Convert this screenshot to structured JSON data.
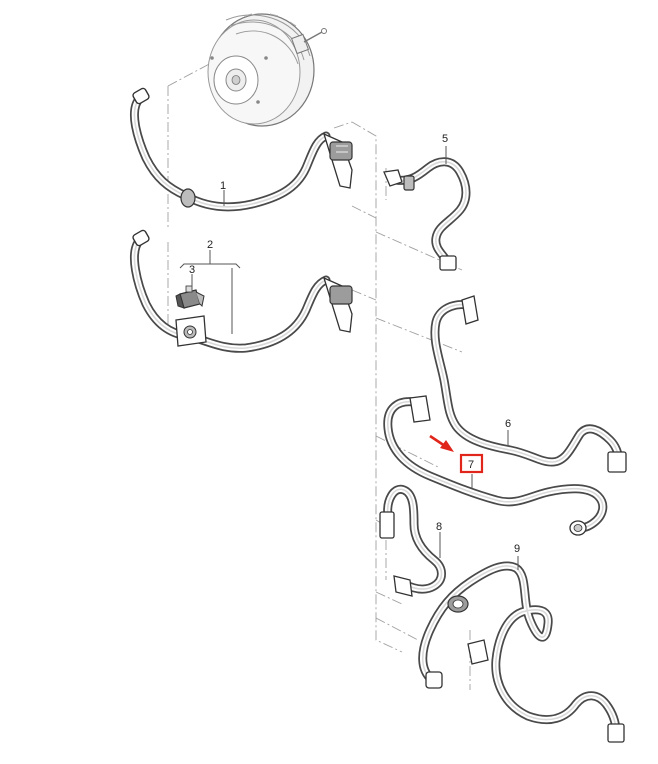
{
  "diagram": {
    "parts": [
      {
        "number": "1"
      },
      {
        "number": "2"
      },
      {
        "number": "3"
      },
      {
        "number": "5"
      },
      {
        "number": "6"
      },
      {
        "number": "7",
        "highlighted": true
      },
      {
        "number": "8"
      },
      {
        "number": "9"
      }
    ],
    "highlight_color": "#e0251b",
    "line_color": "#4a4a4a"
  }
}
